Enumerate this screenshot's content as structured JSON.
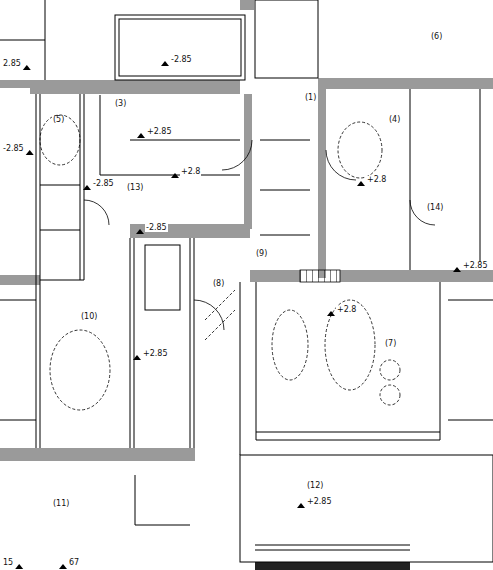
{
  "diagram": {
    "labels": [
      "(6)",
      "2.85",
      "-2.85",
      "(5)",
      "(3)",
      "+2.85",
      "(1)",
      "(4)",
      "-2.85",
      "-2.85",
      "(13)",
      "+2.8",
      "+2.8",
      "-2.85",
      "(14)",
      "(9)",
      "+2.85",
      "(8)",
      "+2.8",
      "(10)",
      "(7)",
      "+2.85",
      "(11)",
      "(12)",
      "+2.85",
      "15",
      "67"
    ]
  }
}
